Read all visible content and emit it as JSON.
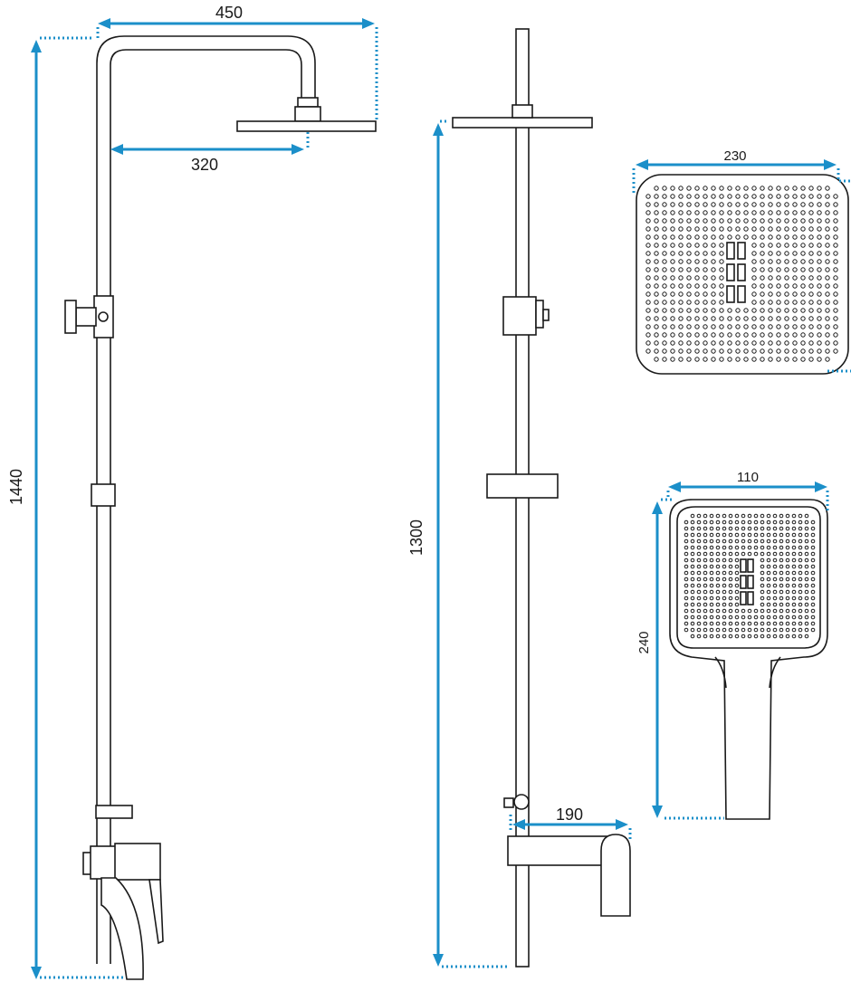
{
  "dimensions": {
    "arm_width": "450",
    "arm_reach": "320",
    "total_height": "1440",
    "rail_height": "1300",
    "head_width": "230",
    "hand_width": "110",
    "hand_length": "240",
    "spout_depth": "190"
  },
  "colors": {
    "dimension": "#1b8fc9",
    "outline": "#1a1a1a"
  }
}
